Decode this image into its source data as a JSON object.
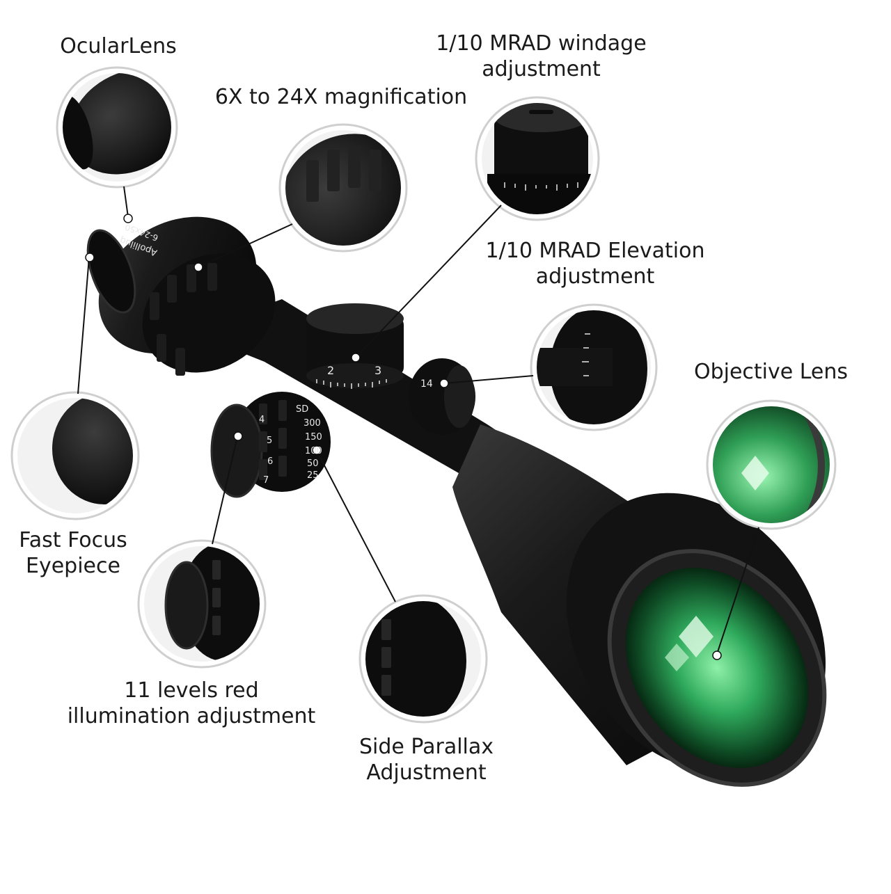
{
  "colors": {
    "background": "#ffffff",
    "scope_body": "#141414",
    "lens_green": "#2faa5c",
    "label_text": "#1a1a1a",
    "leader_line": "#111111"
  },
  "labels": {
    "ocular_lens": "OcularLens",
    "magnification": "6X to 24X magnification",
    "windage_line1": "1/10 MRAD windage",
    "windage_line2": "adjustment",
    "elevation_line1": "1/10 MRAD Elevation",
    "elevation_line2": "adjustment",
    "objective_lens": "Objective Lens",
    "fast_focus_line1": "Fast Focus",
    "fast_focus_line2": "Eyepiece",
    "illumination_line1": "11 levels red",
    "illumination_line2": "illumination adjustment",
    "parallax_line1": "Side Parallax",
    "parallax_line2": "Adjustment"
  },
  "turret_markings": {
    "elevation_numbers": [
      "2",
      "3"
    ],
    "elevation_side_number": "14",
    "parallax_numbers": [
      "SD",
      "300",
      "150",
      "100",
      "50",
      "25"
    ],
    "illumination_numbers": [
      "4",
      "5",
      "6",
      "7"
    ],
    "ocular_engraving": "6-24x50",
    "brand_engraving": "Apolliluq"
  }
}
